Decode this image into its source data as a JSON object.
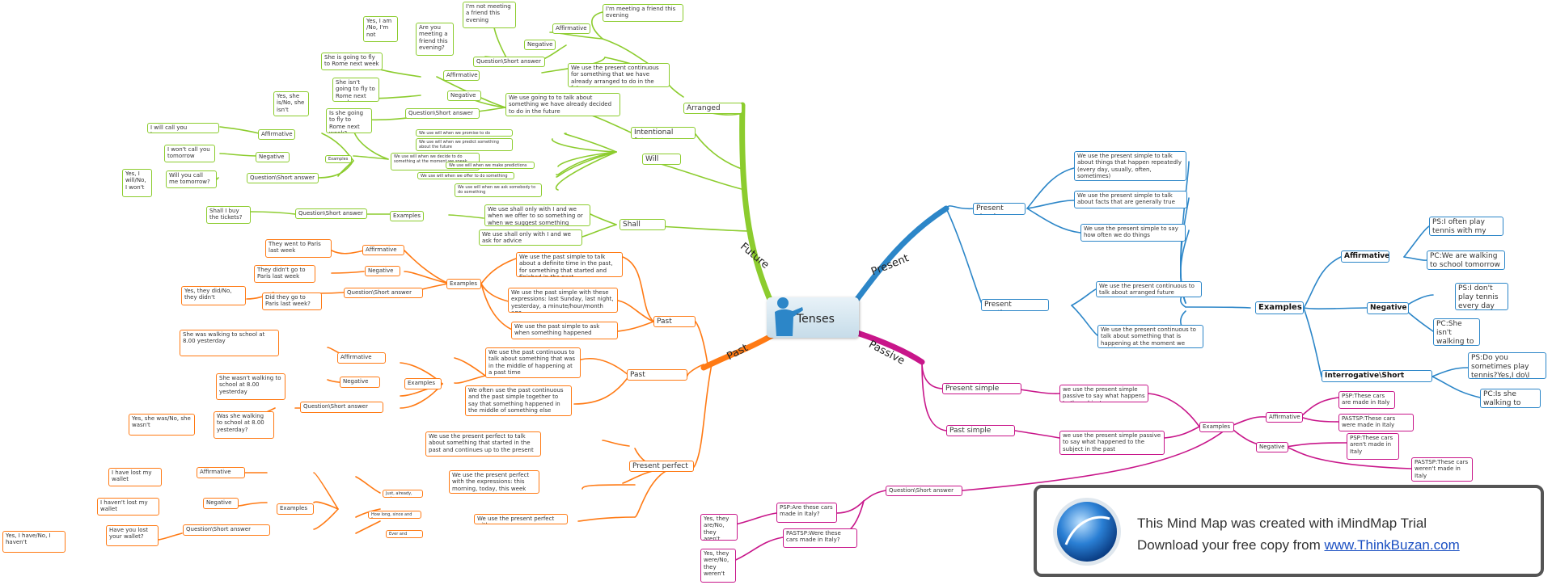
{
  "center": {
    "label": "Tenses"
  },
  "branches": {
    "future": "Future",
    "present": "Present",
    "past": "Past",
    "passive": "Passive"
  },
  "colors": {
    "future": "#8ccc2e",
    "present": "#2c86c8",
    "past": "#ff7a14",
    "passive": "#c8168a"
  },
  "future": {
    "arranged_future": "Arranged future",
    "af_desc": "We use the present continuous for something that we have already arranged to do in the future",
    "af_affirmative": "Affirmative",
    "af_aff_ex": "I'm meeting a friend this evening",
    "af_negative": "Negative",
    "af_neg_ex": "I'm not meeting a friend this evening",
    "af_question": "Question\\Short answer",
    "af_q_ex": "Are you meeting a friend this evening?",
    "af_q_ans": "Yes, I am /No, I'm not",
    "intentional_future": "Intentional future",
    "if_desc": "We use going to to talk about something we have already decided to do in the future",
    "if_affirmative": "Affirmative",
    "if_aff_ex": "She is going to fly to Rome next week",
    "if_negative": "Negative",
    "if_neg_ex": "She isn't going to fly to Rome next week",
    "if_question": "Question\\Short answer",
    "if_q_ex": "Is she going to fly to Rome next week?",
    "if_q_ans": "Yes, she is/No, she isn't",
    "will_future": "Will future",
    "wf_use1": "We use will when we promise to do something",
    "wf_use2": "We use will when we predict something about the future",
    "wf_use3": "We use will when we decide to do something at the moment we speak",
    "wf_use4": "We use will when we make predictions",
    "wf_use5": "We use will when we offer to do something",
    "wf_use6": "We use will when we ask somebody to do something",
    "wf_examples": "Examples",
    "wf_affirmative": "Affirmative",
    "wf_aff_ex": "I will call you tomorrow",
    "wf_negative": "Negative",
    "wf_neg_ex": "I won't call you tomorrow",
    "wf_question": "Question\\Short answer",
    "wf_q_ex": "Will you call me tomorrow?",
    "wf_q_ans": "Yes, I will/No, I won't",
    "shall_future": "Shall future",
    "sf_desc1": "We use shall only with I and we when we offer to so something or when we suggest something",
    "sf_desc2": "We use shall only with I and we ask for advice",
    "sf_examples": "Examples",
    "sf_question": "Question\\Short answer",
    "sf_q_ex": "Shall I buy the tickets?"
  },
  "past": {
    "past_simple": "Past simple",
    "ps_desc1": "We use the past simple to talk about a definite time in the past, for something that started and finished in the past",
    "ps_desc2": "We use the past simple with these expressions: last Sunday, last night, yesterday, a minute/hour/month ago",
    "ps_desc3": "We use the past simple to ask when something happened",
    "ps_examples": "Examples",
    "ps_affirmative": "Affirmative",
    "ps_aff_ex": "They went to Paris last week",
    "ps_negative": "Negative",
    "ps_neg_ex": "They didn't go to Paris last week",
    "ps_question": "Question\\Short answer",
    "ps_q_ex": "Did they go to Paris last week?",
    "ps_q_ans": "Yes, they did/No, they didn't",
    "past_continuous": "Past continuous",
    "pc_desc1": "We use the past continuous to talk about something that was in the middle of happening at a past time",
    "pc_desc2": "We often use the past continuous and the past simple together to say that something happened in the middle of something else",
    "pc_examples": "Examples",
    "pc_affirmative": "Affirmative",
    "pc_aff_ex": "She was walking to school at 8.00 yesterday",
    "pc_negative": "Negative",
    "pc_neg_ex": "She wasn't walking to school at 8.00 yesterday",
    "pc_question": "Question\\Short answer",
    "pc_q_ex": "Was she walking to school at 8.00 yesterday?",
    "pc_q_ans": "Yes, she was/No, she wasn't",
    "present_perfect": "Present perfect",
    "pp_desc1": "We use the present perfect to talk about something that started in the past and continues up to the present",
    "pp_desc2": "We use the present perfect with the expressions: this morning, today, this week",
    "pp_desc3": "We use the present perfect with:",
    "pp_with1": "Just, already, yet",
    "pp_with2": "How long, since and for",
    "pp_with3": "Ever and never",
    "pp_examples": "Examples",
    "pp_affirmative": "Affirmative",
    "pp_aff_ex": "I have lost my wallet",
    "pp_negative": "Negative",
    "pp_neg_ex": "I haven't lost my wallet",
    "pp_question": "Question\\Short answer",
    "pp_q_ex": "Have you lost your wallet?",
    "pp_q_ans": "Yes, I have/No, I haven't"
  },
  "present": {
    "present_simple": "Present simple",
    "psi_desc1": "We use the present simple to talk about things that happen repeatedly (every day, usually, often, sometimes)",
    "psi_desc2": "We use the present simple to talk about facts that are generally true",
    "psi_desc3": "We use the present simple to say how often we do things",
    "present_continuous": "Present continuous",
    "pco_desc1": "We use the present continuous to talk about arranged future",
    "pco_desc2": "We use the present continuous to talk about something that is happening at the moment we speak",
    "examples": "Examples",
    "affirmative": "Affirmative",
    "aff_ex1": "PS:I often play tennis with my friends",
    "aff_ex2": "PC:We are walking to school tomorrow",
    "negative": "Negative",
    "neg_ex1": "PS:I don't play tennis every day",
    "neg_ex2": "PC:She isn't walking to school now",
    "question": "Interrogative\\Short answer",
    "q_ex1": "PS:Do you sometimes play tennis?Yes,I do\\I don't",
    "q_ex2": "PC:Is she walking to school now?"
  },
  "passive": {
    "present_simple_passive": "Present simple passive",
    "psp_desc": "we use the present simple passive to say what happens to the subject",
    "past_simple_passive": "Past simple passive",
    "pastsp_desc": "we use the present simple passive to say what happened to the subject in the past",
    "examples": "Examples",
    "affirmative": "Affirmative",
    "aff_ex1": "PSP:These cars are made in Italy",
    "aff_ex2": "PASTSP:These cars were made in Italy",
    "negative": "Negative",
    "neg_ex1": "PSP:These cars aren't made in Italy",
    "neg_ex2": "PASTSP:These cars weren't made in Italy",
    "question": "Question\\Short answer",
    "q_ex1": "PSP:Are these cars made in Italy?",
    "q_ans1": "Yes, they are/No, they aren't",
    "q_ex2": "PASTSP:Were these cars made in Italy?",
    "q_ans2": "Yes, they were/No, they weren't"
  },
  "banner": {
    "line1": "This Mind Map was created with iMindMap Trial",
    "line2_prefix": "Download your free copy from ",
    "link": "www.ThinkBuzan.com"
  }
}
